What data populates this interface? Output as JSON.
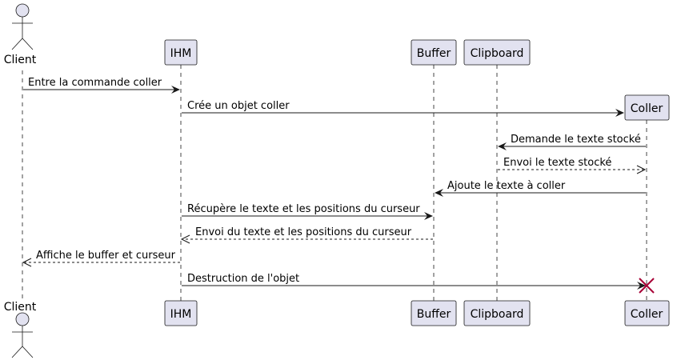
{
  "participants": {
    "client": {
      "label": "Client",
      "kind": "actor"
    },
    "ihm": {
      "label": "IHM",
      "kind": "participant"
    },
    "buffer": {
      "label": "Buffer",
      "kind": "participant"
    },
    "clipboard": {
      "label": "Clipboard",
      "kind": "participant"
    },
    "coller": {
      "label": "Coller",
      "kind": "participant"
    }
  },
  "messages": [
    {
      "from": "client",
      "to": "ihm",
      "label": "Entre la commande coller",
      "style": "solid"
    },
    {
      "from": "ihm",
      "to": "coller",
      "label": "Crée un objet coller",
      "style": "solid",
      "create": true
    },
    {
      "from": "coller",
      "to": "clipboard",
      "label": "Demande le texte stocké",
      "style": "solid"
    },
    {
      "from": "clipboard",
      "to": "coller",
      "label": "Envoi le texte stocké",
      "style": "dashed"
    },
    {
      "from": "coller",
      "to": "buffer",
      "label": "Ajoute le texte à coller",
      "style": "solid"
    },
    {
      "from": "ihm",
      "to": "buffer",
      "label": "Récupère le texte et les positions du curseur",
      "style": "solid"
    },
    {
      "from": "buffer",
      "to": "ihm",
      "label": "Envoi du texte et les positions du curseur",
      "style": "dashed"
    },
    {
      "from": "ihm",
      "to": "client",
      "label": "Affiche le buffer et curseur",
      "style": "dashed"
    },
    {
      "from": "ihm",
      "to": "coller",
      "label": "Destruction de l'objet",
      "style": "solid",
      "destroy": true
    }
  ],
  "colors": {
    "participant_fill": "#E2E2F0",
    "line": "#181818",
    "destroy": "#A80036"
  }
}
